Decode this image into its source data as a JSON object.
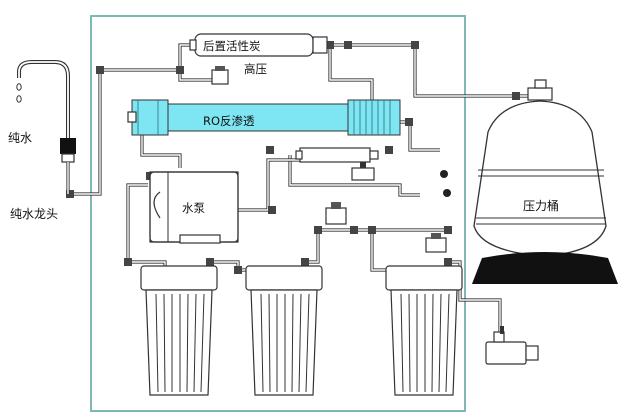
{
  "labels": {
    "post_carbon": "后置活性炭",
    "high_pressure": "高压",
    "ro_membrane": "RO反渗透",
    "pure_water": "纯水",
    "faucet": "纯水龙头",
    "pump": "水泵",
    "tank": "压力桶"
  },
  "colors": {
    "cabinet_border": "#7fb7b2",
    "ro_housing": "#7ee6f2",
    "pipe": "#333333"
  }
}
